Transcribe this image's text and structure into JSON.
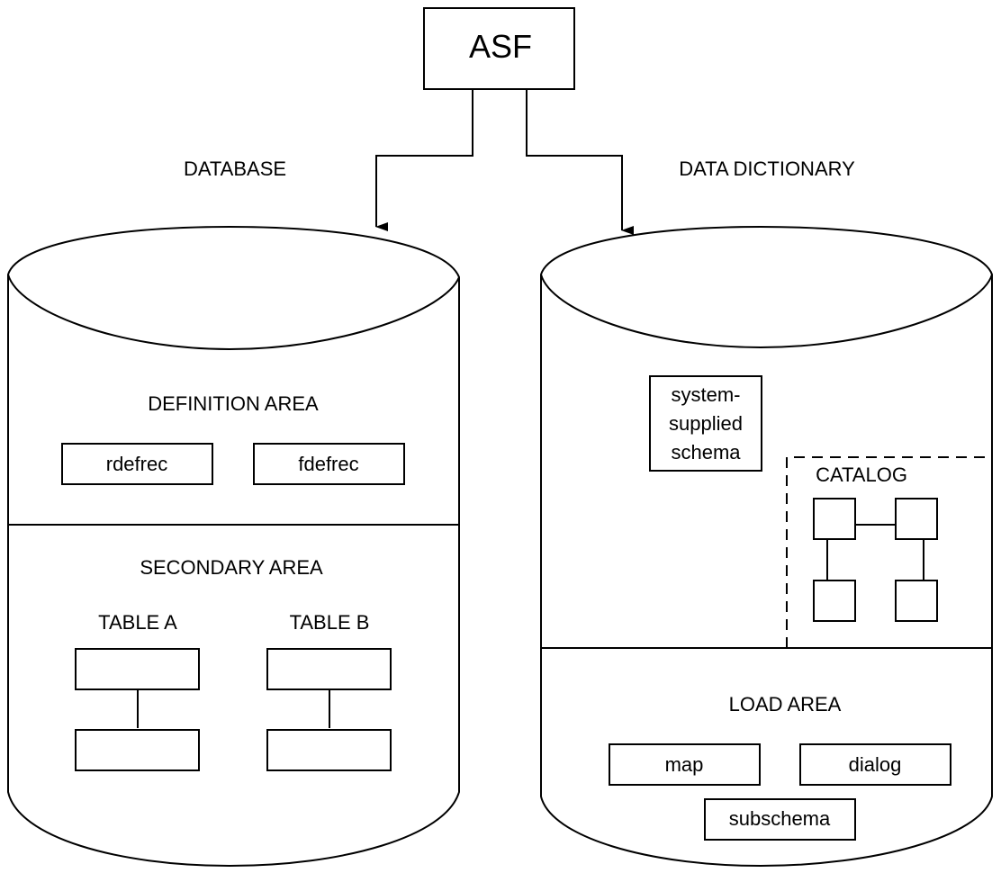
{
  "diagram": {
    "root": {
      "label": "ASF"
    },
    "stores": [
      {
        "label": "DATABASE",
        "areas": [
          {
            "label": "DEFINITION AREA",
            "items": [
              "rdefrec",
              "fdefrec"
            ]
          },
          {
            "label": "SECONDARY AREA",
            "tables": [
              {
                "label": "TABLE A",
                "records": 2
              },
              {
                "label": "TABLE B",
                "records": 2
              }
            ]
          }
        ]
      },
      {
        "label": "DATA DICTIONARY",
        "areas": [
          {
            "label": "",
            "schema_box": [
              "system-",
              "supplied",
              "schema"
            ],
            "catalog": {
              "label": "CATALOG",
              "nodes": 4
            }
          },
          {
            "label": "LOAD AREA",
            "items": [
              "map",
              "dialog",
              "subschema"
            ]
          }
        ]
      }
    ],
    "connections": [
      {
        "from": "ASF",
        "to": "DATABASE"
      },
      {
        "from": "ASF",
        "to": "DATA DICTIONARY"
      }
    ]
  }
}
